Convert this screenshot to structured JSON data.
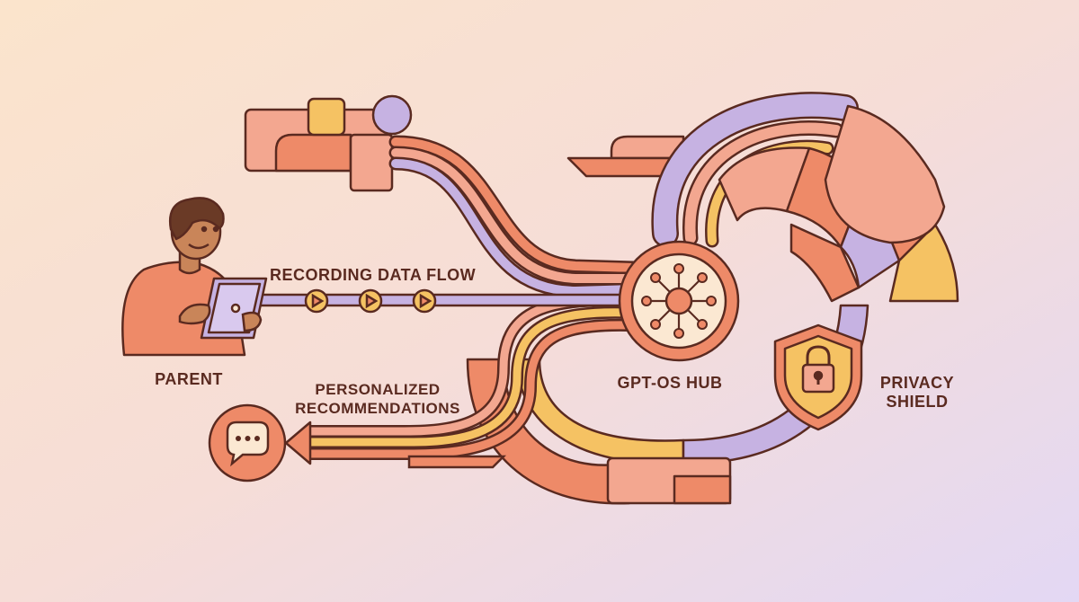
{
  "labels": {
    "parent": "PARENT",
    "recording_flow": "RECORDING DATA FLOW",
    "personalized_line1": "PERSONALIZED",
    "personalized_line2": "RECOMMENDATIONS",
    "hub": "GPT-OS HUB",
    "shield_line1": "PRIVACY",
    "shield_line2": "SHIELD"
  },
  "icons": {
    "hub": "network-hub-icon",
    "shield": "padlock-shield-icon",
    "chat": "chat-bubble-icon",
    "play": "play-icon",
    "tablet": "tablet-icon"
  },
  "colors": {
    "outline": "#5a2a20",
    "coral": "#ee8a68",
    "peach": "#f3a790",
    "yellow": "#f5c263",
    "lavender": "#c6b2e2",
    "cream": "#fbe8d2"
  }
}
